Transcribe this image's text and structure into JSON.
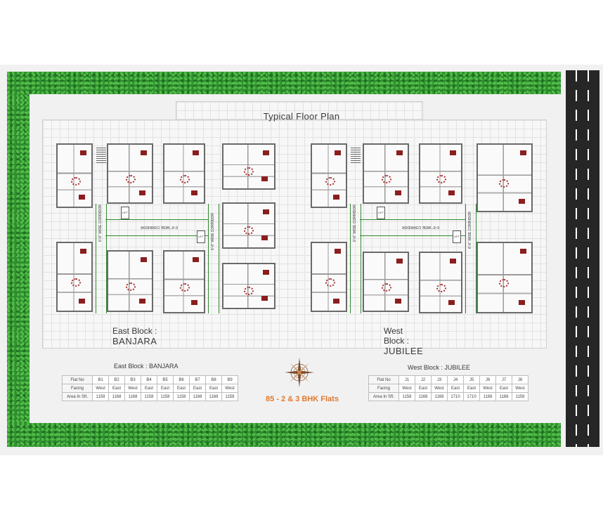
{
  "plan_title": "Typical Floor Plan",
  "east_block": {
    "label_prefix": "East Block :",
    "label_name": "BANJARA",
    "corridor_horizontal": "6'-6\" WIDE CORRIDOR",
    "corridor_vertical": "6'-6\" WIDE CORRIDOR",
    "lift_label": "LIFT"
  },
  "west_block": {
    "label_prefix": "West Block :",
    "label_name": "JUBILEE",
    "corridor_horizontal": "6'-6\" WIDE CORRIDOR",
    "corridor_vertical": "6'-6\" WIDE CORRIDOR",
    "lift_label": "LIFT"
  },
  "east_table": {
    "title": "East Block : BANJARA",
    "row_labels": [
      "Flat No",
      "Facing",
      "Area In Sft."
    ],
    "flat_no": [
      "B1",
      "B2",
      "B3",
      "B4",
      "B5",
      "B6",
      "B7",
      "B8",
      "B9"
    ],
    "facing": [
      "West",
      "East",
      "West",
      "East",
      "East",
      "East",
      "East",
      "East",
      "West"
    ],
    "area": [
      "1158",
      "1168",
      "1168",
      "1158",
      "1158",
      "1158",
      "1168",
      "1168",
      "1158"
    ]
  },
  "west_table": {
    "title": "West Block : JUBILEE",
    "row_labels": [
      "Flat No",
      "Facing",
      "Area In Sft."
    ],
    "flat_no": [
      "J1",
      "J2",
      "J3",
      "J4",
      "J5",
      "J6",
      "J7",
      "J8"
    ],
    "facing": [
      "West",
      "East",
      "West",
      "East",
      "East",
      "West",
      "East",
      "West"
    ],
    "area": [
      "1158",
      "1168",
      "1168",
      "1710",
      "1710",
      "1168",
      "1168",
      "1158"
    ]
  },
  "summary": "85 - 2 & 3 BHK Flats",
  "colors": {
    "hedge": "#2e8f2e",
    "road": "#262626",
    "accent": "#e07a2e",
    "bed": "#8b1e1e",
    "corridor": "#2e8a2e"
  },
  "icons": [
    "compass-rose-icon"
  ]
}
